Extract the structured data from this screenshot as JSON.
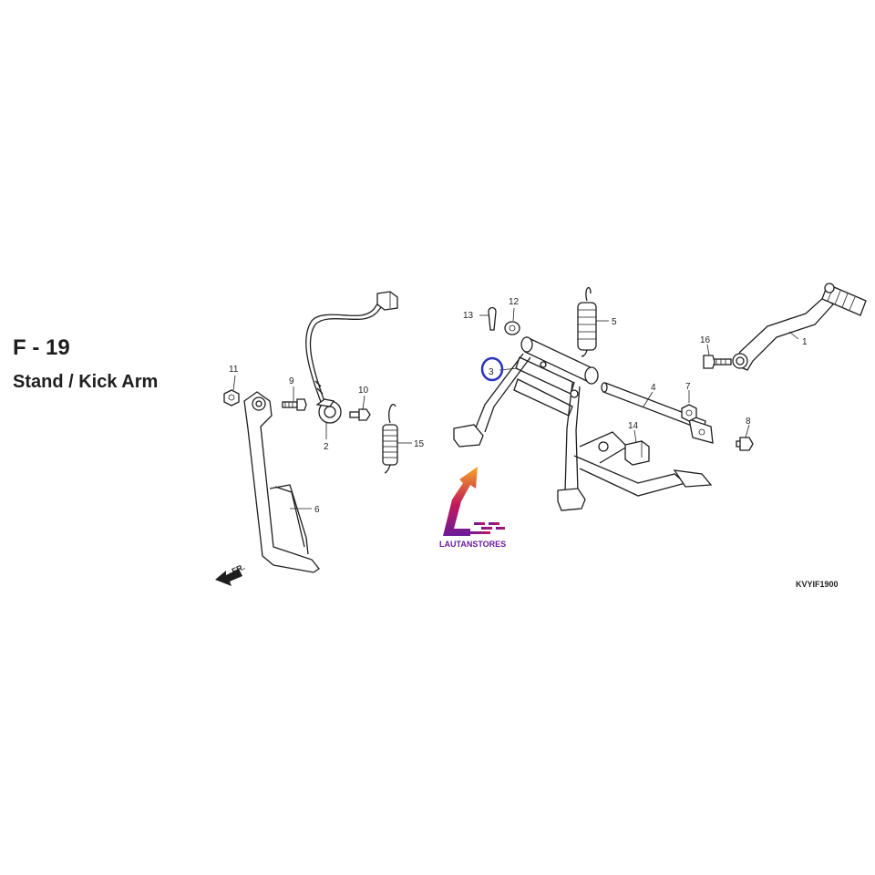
{
  "header": {
    "code": "F - 19",
    "name": "Stand / Kick Arm"
  },
  "callouts": {
    "c1": "1",
    "c2": "2",
    "c3": "3",
    "c4": "4",
    "c5": "5",
    "c6": "6",
    "c7": "7",
    "c8": "8",
    "c9": "9",
    "c10": "10",
    "c11": "11",
    "c12": "12",
    "c13": "13",
    "c14": "14",
    "c15": "15",
    "c16": "16"
  },
  "drawing_code": "KVYIF1900",
  "direction_label": "FR.",
  "watermark": {
    "text": "LAUTANSTORES",
    "colors": {
      "orange": "#f5a623",
      "magenta": "#c2185b",
      "purple": "#6a1b9a"
    }
  },
  "highlight_color": "#2b35b8",
  "line_color": "#1e1e1e"
}
